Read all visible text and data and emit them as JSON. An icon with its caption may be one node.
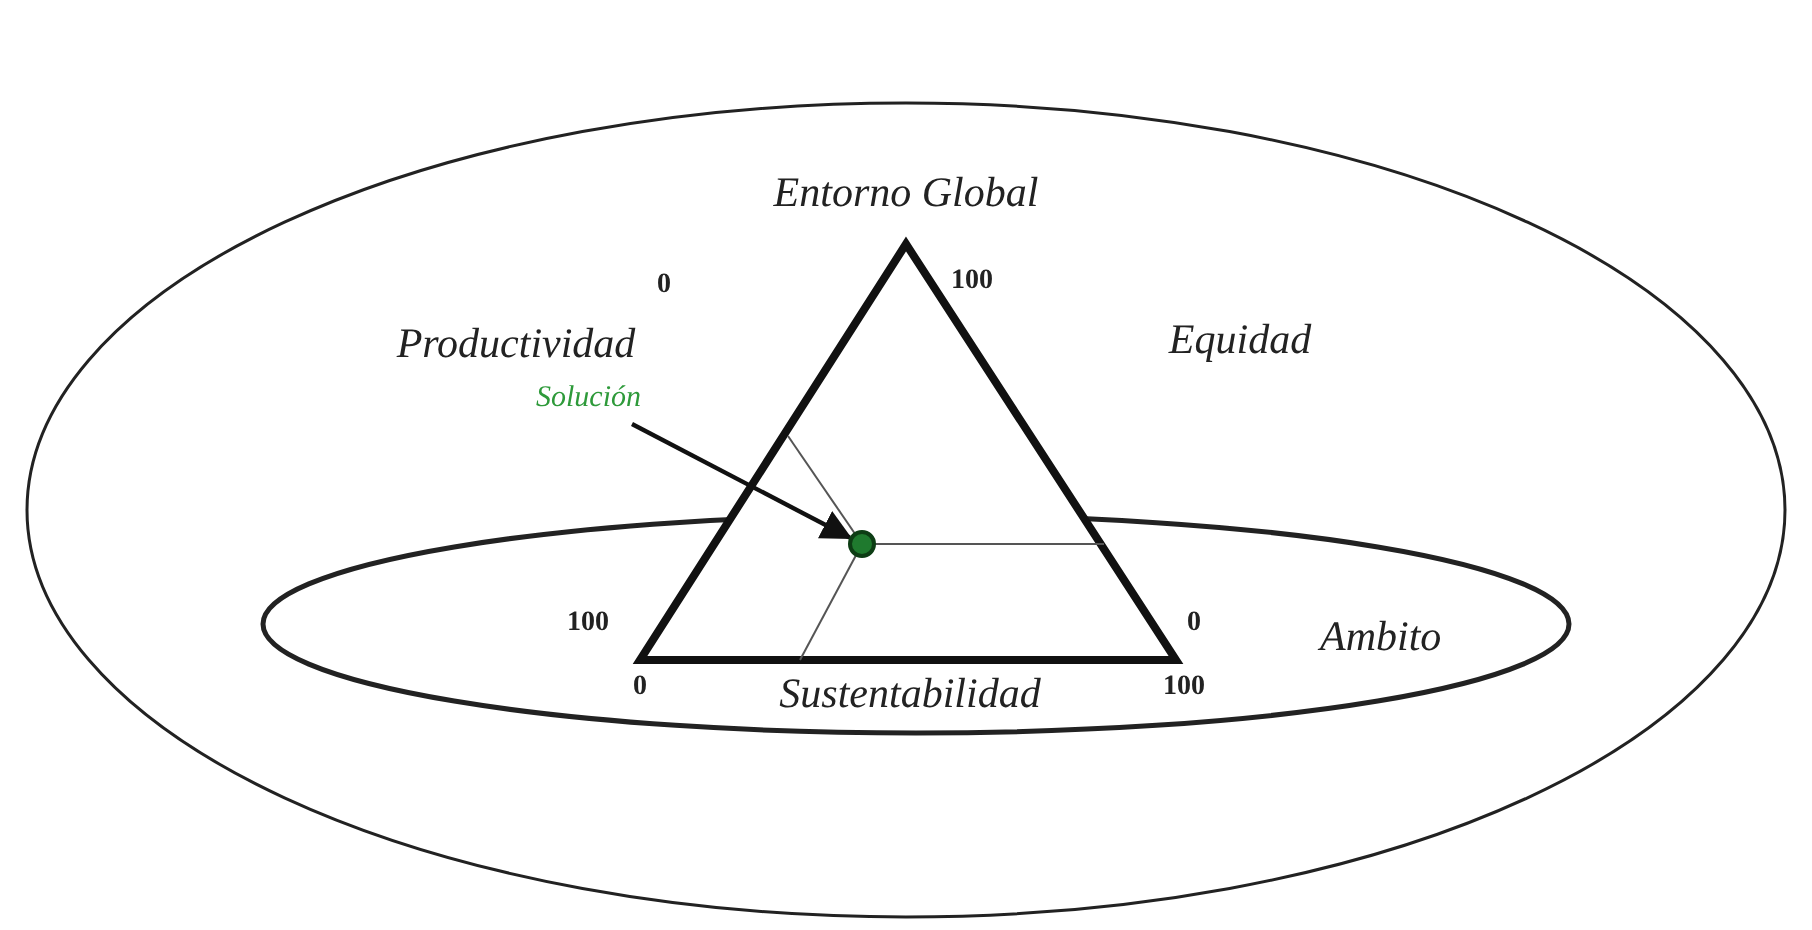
{
  "diagram": {
    "nodes": [
      {
        "text": [
          "Entorno Global"
        ]
      },
      {
        "text": [
          "Ambito"
        ],
        "in": 0
      },
      {
        "text": [
          "Solución"
        ],
        "in": 0
      },
      {
        "text": [],
        "shape": "circle",
        "in": 1
      }
    ],
    "edges": [
      {
        "from": 2,
        "to": 3,
        "arrow": "to"
      }
    ],
    "labels": [
      "Productividad",
      "0",
      "100",
      "Equidad",
      "100",
      "0",
      "0",
      "Sustentabilidad",
      "100"
    ]
  }
}
